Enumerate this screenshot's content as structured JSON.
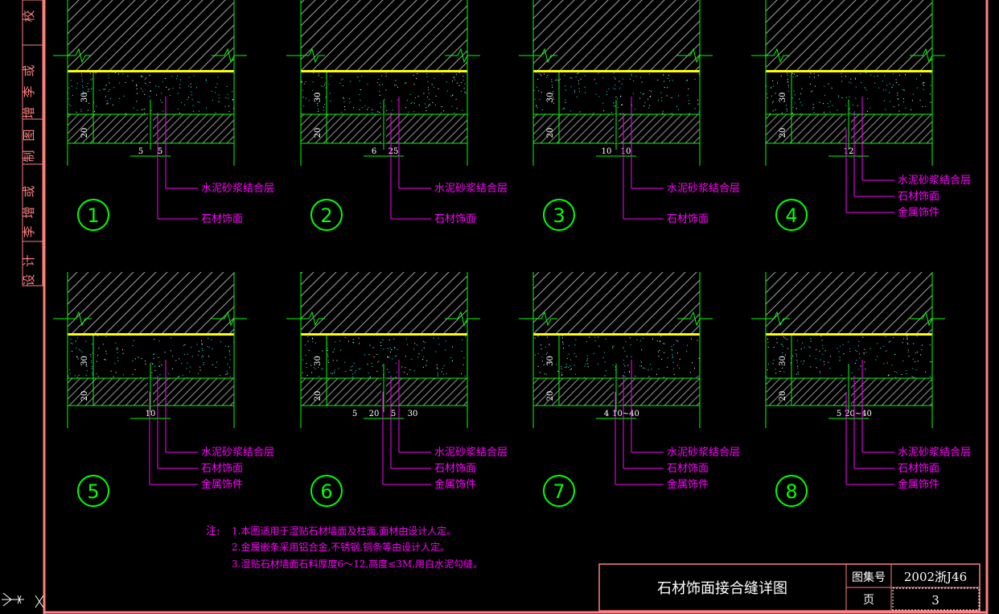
{
  "side_labels": [
    "校",
    "或",
    "李",
    "增",
    "图",
    "制",
    "或",
    "增",
    "李",
    "计",
    "设"
  ],
  "details": [
    {
      "num": "1",
      "dims": [
        "30",
        "20",
        "5",
        "5"
      ],
      "labels": [
        "水泥砂浆结合层",
        "石材饰面"
      ]
    },
    {
      "num": "2",
      "dims": [
        "30",
        "20",
        "6",
        "25"
      ],
      "labels": [
        "水泥砂浆结合层",
        "石材饰面"
      ]
    },
    {
      "num": "3",
      "dims": [
        "30",
        "20",
        "10",
        "10"
      ],
      "labels": [
        "水泥砂浆结合层",
        "石材饰面"
      ]
    },
    {
      "num": "4",
      "dims": [
        "30",
        "20",
        "12"
      ],
      "labels": [
        "水泥砂浆结合层",
        "石材饰面",
        "金属饰件"
      ]
    },
    {
      "num": "5",
      "dims": [
        "30",
        "20",
        "10"
      ],
      "labels": [
        "水泥砂浆结合层",
        "石材饰面",
        "金属饰件"
      ]
    },
    {
      "num": "6",
      "dims": [
        "30",
        "20",
        "5",
        "20",
        "5",
        "30"
      ],
      "labels": [
        "水泥砂浆结合层",
        "石材饰面",
        "金属饰件"
      ]
    },
    {
      "num": "7",
      "dims": [
        "30",
        "20",
        "4",
        "10~40"
      ],
      "labels": [
        "水泥砂浆结合层",
        "石材饰面",
        "金属饰件"
      ]
    },
    {
      "num": "8",
      "dims": [
        "30",
        "20",
        "5",
        "20~40"
      ],
      "labels": [
        "水泥砂浆结合层",
        "石材饰面",
        "金属饰件"
      ]
    }
  ],
  "notes": {
    "prefix": "注:",
    "items": [
      "1.本图适用于湿贴石材墙面及柱面,面材由设计人定。",
      "2.金属嵌条采用铝合金,不锈钢,铜条等由设计人定。",
      "3.湿贴石材墙面石料厚度6～12,高度≤3M,用白水泥勾缝。"
    ]
  },
  "title_block": {
    "title": "石材饰面接合缝详图",
    "atlas_label": "图集号",
    "atlas_value": "2002浙J46",
    "page_label": "页",
    "page_value": "3"
  },
  "colors": {
    "background": "#000000",
    "frame": "#ff7f7f",
    "structure": "#00ff00",
    "yellow_line": "#ffff00",
    "speckle": "#00ffff",
    "leader": "#ff00ff",
    "text_white": "#ffffff",
    "hatch": "#aaaaaa"
  },
  "icons": [
    "ucs-icon"
  ]
}
